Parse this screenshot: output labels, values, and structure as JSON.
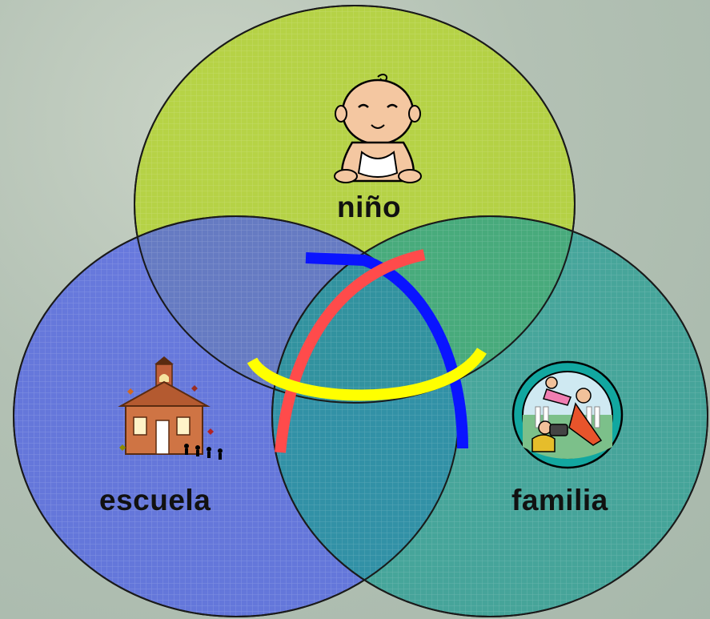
{
  "diagram": {
    "circles": [
      {
        "id": "nino",
        "label": "niño",
        "color": "#b4d23c",
        "icon": "baby-icon"
      },
      {
        "id": "escuela",
        "label": "escuela",
        "color": "#5a6ee0",
        "icon": "schoolhouse-icon"
      },
      {
        "id": "familia",
        "label": "familia",
        "color": "#2fa59a",
        "icon": "family-photo-icon"
      }
    ],
    "arc_colors": {
      "red": "#ff4b4b",
      "blue": "#0a14ff",
      "yellow": "#ffff00"
    }
  }
}
